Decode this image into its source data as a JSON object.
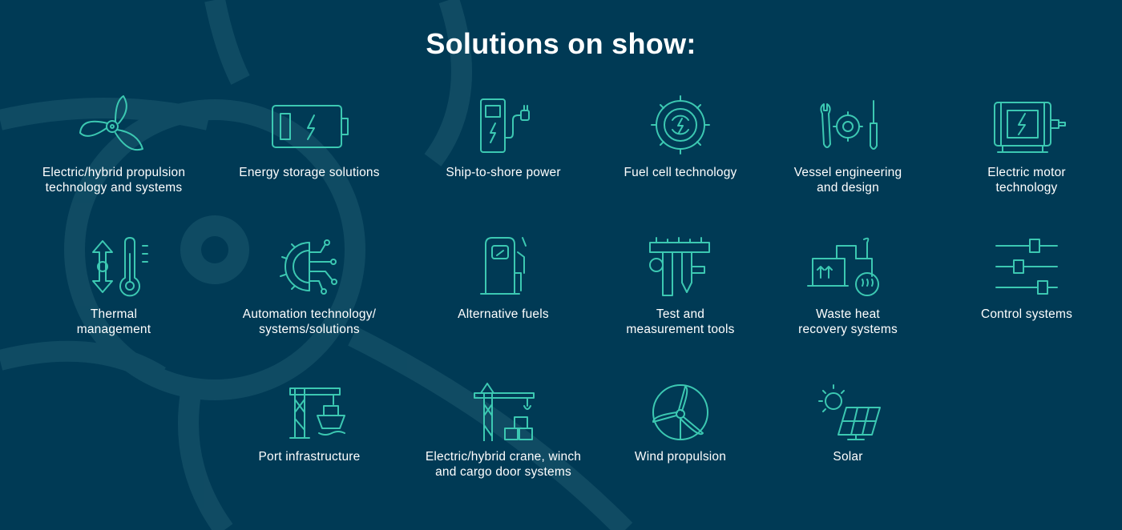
{
  "header": {
    "title": "Solutions on show:"
  },
  "colors": {
    "background": "#003a55",
    "accent": "#3cc8b2",
    "text": "#ffffff"
  },
  "solutions": [
    {
      "icon": "propeller-icon",
      "label_1": "Electric/hybrid propulsion",
      "label_2": "technology and systems"
    },
    {
      "icon": "battery-icon",
      "label_1": "Energy storage solutions",
      "label_2": ""
    },
    {
      "icon": "charging-station-icon",
      "label_1": "Ship-to-shore power",
      "label_2": ""
    },
    {
      "icon": "gear-cycle-icon",
      "label_1": "Fuel cell technology",
      "label_2": ""
    },
    {
      "icon": "tools-gear-icon",
      "label_1": "Vessel engineering",
      "label_2": "and design"
    },
    {
      "icon": "electric-motor-icon",
      "label_1": "Electric motor",
      "label_2": "technology"
    },
    {
      "icon": "thermometer-icon",
      "label_1": "Thermal",
      "label_2": "management"
    },
    {
      "icon": "circuit-gear-icon",
      "label_1": "Automation technology/",
      "label_2": "systems/solutions"
    },
    {
      "icon": "fuel-pump-icon",
      "label_1": "Alternative fuels",
      "label_2": ""
    },
    {
      "icon": "caliper-icon",
      "label_1": "Test and",
      "label_2": "measurement tools"
    },
    {
      "icon": "heat-recovery-icon",
      "label_1": "Waste heat",
      "label_2": "recovery systems"
    },
    {
      "icon": "sliders-icon",
      "label_1": "Control systems",
      "label_2": ""
    },
    {
      "icon": "port-crane-ship-icon",
      "label_1": "Port infrastructure",
      "label_2": ""
    },
    {
      "icon": "tower-crane-icon",
      "label_1": "Electric/hybrid crane, winch",
      "label_2": "and cargo door systems"
    },
    {
      "icon": "wind-turbine-icon",
      "label_1": "Wind propulsion",
      "label_2": ""
    },
    {
      "icon": "solar-panel-icon",
      "label_1": "Solar",
      "label_2": ""
    }
  ]
}
